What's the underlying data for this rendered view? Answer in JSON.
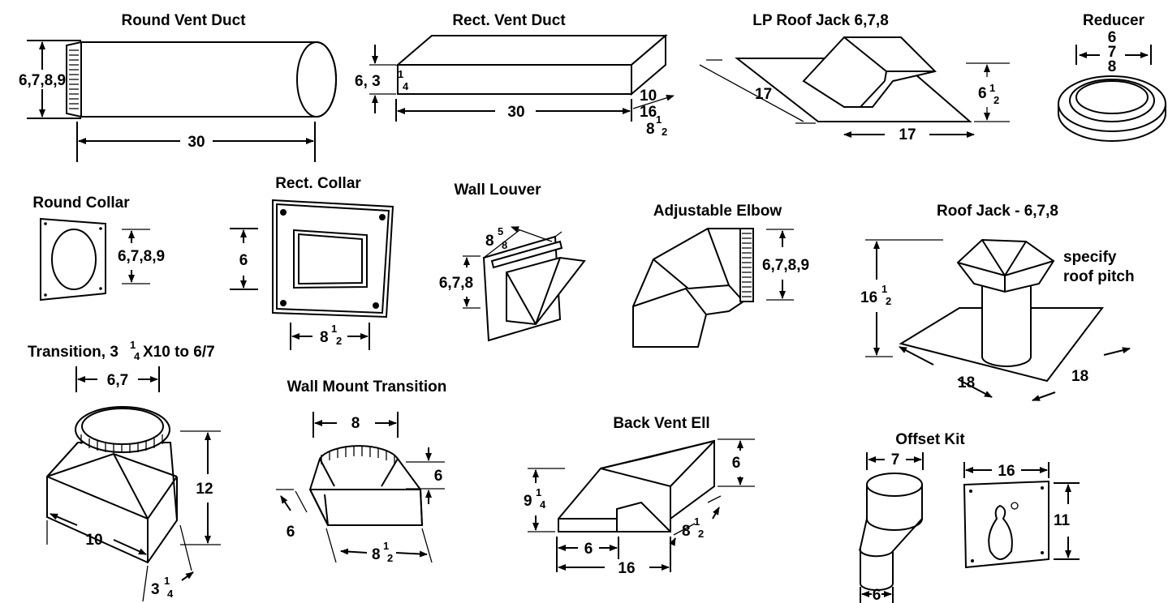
{
  "items": {
    "round_vent_duct": {
      "title": "Round Vent Duct",
      "dia": "6,7,8,9",
      "len": "30"
    },
    "rect_vent_duct": {
      "title": "Rect. Vent Duct",
      "h": "6, 3",
      "len": "30",
      "w1": "10",
      "w2": "16",
      "w3": "8"
    },
    "lp_roof_jack": {
      "title": "LP Roof Jack 6,7,8",
      "a": "17",
      "b": "17",
      "c": "6"
    },
    "reducer": {
      "title": "Reducer",
      "s1": "6",
      "s2": "7",
      "s3": "8"
    },
    "round_collar": {
      "title": "Round Collar",
      "dia": "6,7,8,9"
    },
    "rect_collar": {
      "title": "Rect. Collar",
      "h": "6",
      "w": "8"
    },
    "wall_louver": {
      "title": "Wall Louver",
      "w": "8",
      "h": "6,7,8"
    },
    "adjustable_elbow": {
      "title": "Adjustable Elbow",
      "dia": "6,7,8,9"
    },
    "roof_jack": {
      "title": "Roof Jack - 6,7,8",
      "h": "16",
      "a": "18",
      "b": "18",
      "note1": "specify",
      "note2": "roof pitch"
    },
    "transition": {
      "title_a": "Transition,  3",
      "title_b": "X10 to 6/7",
      "top": "6,7",
      "h": "12",
      "w": "10",
      "d": "3"
    },
    "wall_mount_transition": {
      "title": "Wall Mount Transition",
      "top": "8",
      "h": "6",
      "d": "6",
      "w": "8"
    },
    "back_vent_ell": {
      "title": "Back Vent Ell",
      "h1": "9",
      "h2": "6",
      "w1": "6",
      "w2": "16",
      "d": "8"
    },
    "offset_kit": {
      "title": "Offset Kit",
      "top": "7",
      "bot": "6",
      "pw": "16",
      "ph": "11"
    }
  },
  "fractions": {
    "half": "1",
    "half_den": "2",
    "quarter_den": "4",
    "five": "5",
    "eight": "8"
  }
}
